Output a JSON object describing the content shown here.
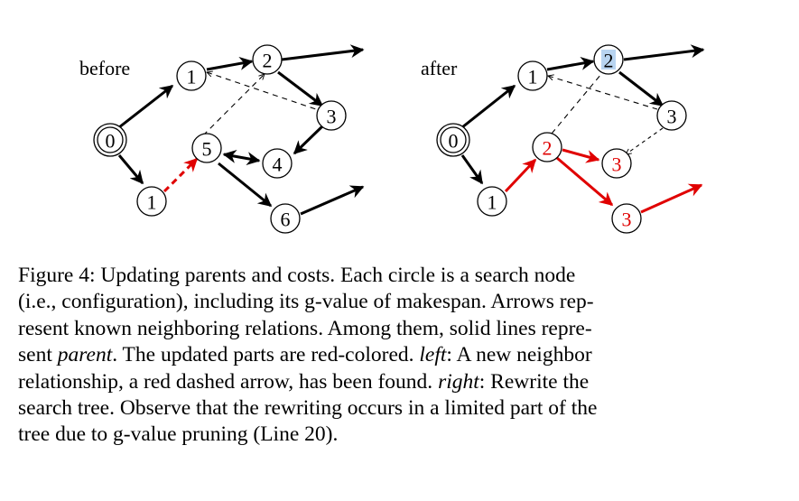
{
  "figure": {
    "before": {
      "label": "before",
      "nodes": [
        {
          "id": "b0",
          "text": "0",
          "double": true,
          "color": "#000000"
        },
        {
          "id": "b1a",
          "text": "1",
          "color": "#000000"
        },
        {
          "id": "b1b",
          "text": "1",
          "color": "#000000"
        },
        {
          "id": "b2",
          "text": "2",
          "color": "#000000"
        },
        {
          "id": "b3",
          "text": "3",
          "color": "#000000"
        },
        {
          "id": "b4",
          "text": "4",
          "color": "#000000"
        },
        {
          "id": "b5",
          "text": "5",
          "color": "#000000"
        },
        {
          "id": "b6",
          "text": "6",
          "color": "#000000"
        }
      ]
    },
    "after": {
      "label": "after",
      "nodes": [
        {
          "id": "a0",
          "text": "0",
          "double": true,
          "color": "#000000"
        },
        {
          "id": "a1a",
          "text": "1",
          "color": "#000000"
        },
        {
          "id": "a1b",
          "text": "1",
          "color": "#000000"
        },
        {
          "id": "a2",
          "text": "2",
          "color": "#000000",
          "highlight": "#b8d4f0"
        },
        {
          "id": "a3",
          "text": "3",
          "color": "#000000"
        },
        {
          "id": "a2r",
          "text": "2",
          "color": "#e00000"
        },
        {
          "id": "a3r1",
          "text": "3",
          "color": "#e00000"
        },
        {
          "id": "a3r2",
          "text": "3",
          "color": "#e00000"
        }
      ]
    },
    "colors": {
      "parent": "#000000",
      "updated": "#e00000",
      "neighbor": "#555555"
    }
  },
  "caption": {
    "line1": "Figure 4: Updating parents and costs. Each circle is a search node",
    "line2": "(i.e., configuration), including its g-value of makespan. Arrows rep-",
    "line3": "resent known neighboring relations. Among them, solid lines repre-",
    "line4_pre": "sent ",
    "line4_it1": "parent",
    "line4_mid": ". The updated parts are red-colored. ",
    "line4_it2": "left",
    "line4_post": ": A new neighbor",
    "line5_pre": "relationship, a red dashed arrow, has been found. ",
    "line5_it": "right",
    "line5_post": ": Rewrite the",
    "line6": "search tree. Observe that the rewriting occurs in a limited part of the",
    "line7": "tree due to g-value pruning (Line 20)."
  }
}
